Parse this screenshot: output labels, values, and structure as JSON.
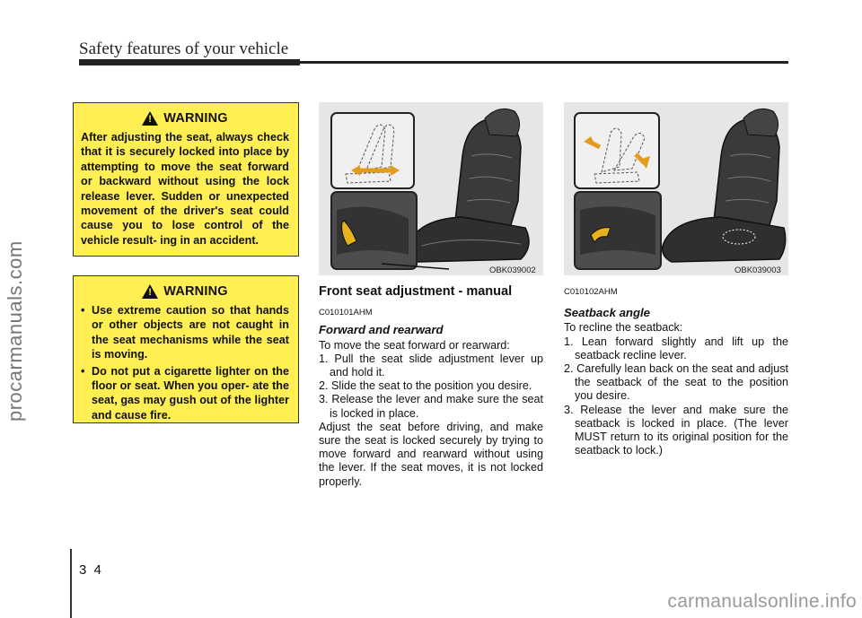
{
  "header": {
    "title": "Safety features of your vehicle"
  },
  "watermark": {
    "side": "procarmanuals.com",
    "bottom": "carmanualsonline.info"
  },
  "warning1": {
    "title": "WARNING",
    "text": "After adjusting the seat, always check that it is securely locked into place by attempting to move the seat forward or backward without using the lock release lever. Sudden or unexpected movement of the driver's seat could cause you to lose control of the vehicle result- ing in an accident."
  },
  "warning2": {
    "title": "WARNING",
    "items": [
      "Use extreme caution so that hands or other objects are not caught in the seat mechanisms while the seat is moving.",
      "Do not put a cigarette lighter on the floor or seat. When you oper- ate the seat, gas may gush out of the lighter and cause fire."
    ]
  },
  "figures": {
    "fig1_code": "OBK039002",
    "fig2_code": "OBK039003"
  },
  "section_mid": {
    "title": "Front seat adjustment - manual",
    "code": "C010101AHM",
    "subtitle": "Forward and rearward",
    "intro": "To move the seat forward or rearward:",
    "steps": [
      "1. Pull the seat slide adjustment lever up and hold it.",
      "2. Slide the seat to the position you desire.",
      "3. Release the lever and make sure the seat is locked in place."
    ],
    "note": "Adjust the seat before driving, and make sure the seat is locked securely by trying to move forward and rearward without using the lever. If the seat moves, it is not locked properly."
  },
  "section_right": {
    "code": "C010102AHM",
    "subtitle": "Seatback angle",
    "intro": "To recline the seatback:",
    "steps": [
      "1. Lean forward slightly and lift up the seatback recline lever.",
      "2. Carefully lean back on the seat and adjust the seatback of the seat to the position you desire.",
      "3. Release the lever and make sure the seatback is locked in place. (The lever MUST return to its original position for the seatback to lock.)"
    ]
  },
  "page": {
    "number": "3 4"
  }
}
